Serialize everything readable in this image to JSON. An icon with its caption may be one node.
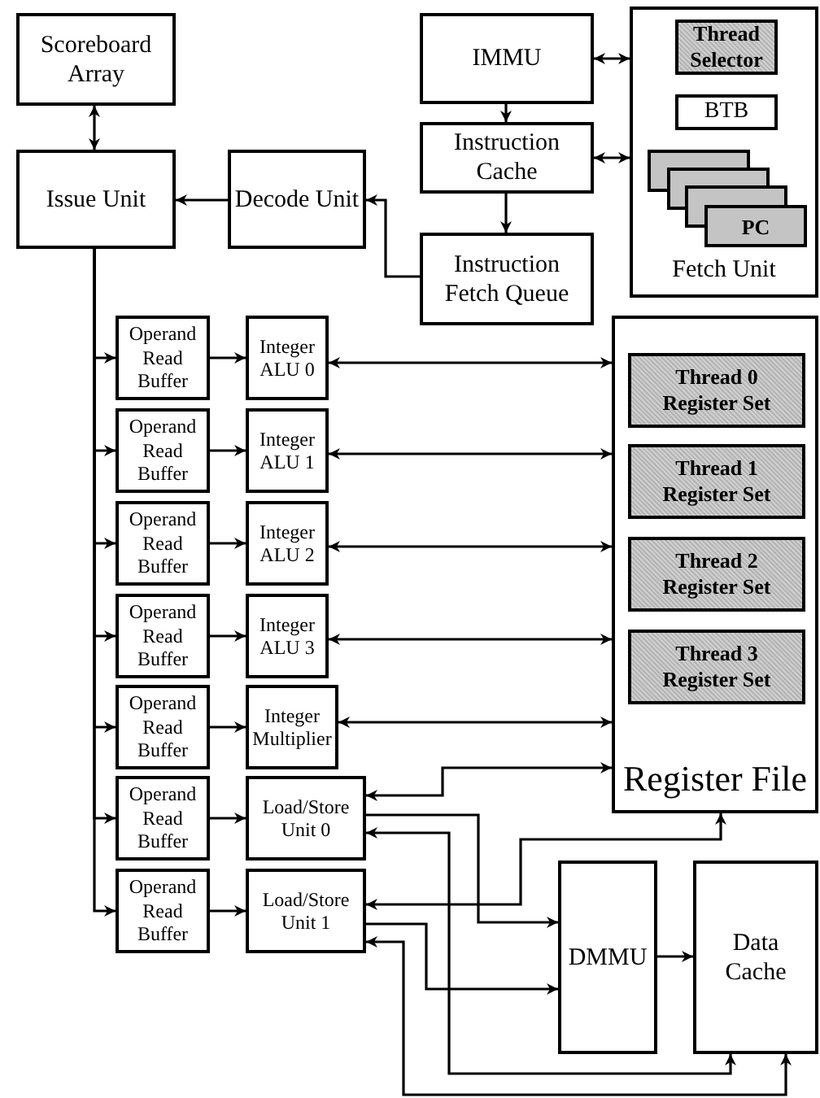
{
  "diagram": {
    "nodes": [
      {
        "text": [
          "Scoreboard Array"
        ]
      },
      {
        "text": [
          "IMMU"
        ]
      },
      {
        "text": [
          "Fetch Unit"
        ]
      },
      {
        "text": [
          "Thread Selector"
        ],
        "in": 2
      },
      {
        "text": [
          "BTB"
        ],
        "in": 2
      },
      {
        "text": [
          "PC"
        ],
        "in": 2
      },
      {
        "text": [
          "Issue Unit"
        ]
      },
      {
        "text": [
          "Decode Unit"
        ]
      },
      {
        "text": [
          "Instruction Cache"
        ]
      },
      {
        "text": [
          "Instruction Fetch Queue"
        ]
      },
      {
        "text": [
          "Register File"
        ]
      },
      {
        "text": [
          "Thread 0 Register Set"
        ],
        "in": 10
      },
      {
        "text": [
          "Thread 1 Register Set"
        ],
        "in": 10
      },
      {
        "text": [
          "Thread 2 Register Set"
        ],
        "in": 10
      },
      {
        "text": [
          "Thread 3 Register Set"
        ],
        "in": 10
      },
      {
        "text": [
          "Operand Read Buffer"
        ]
      },
      {
        "text": [
          "Integer ALU 0"
        ]
      },
      {
        "text": [
          "Operand Read Buffer"
        ]
      },
      {
        "text": [
          "Integer ALU 1"
        ]
      },
      {
        "text": [
          "Operand Read Buffer"
        ]
      },
      {
        "text": [
          "Integer ALU 2"
        ]
      },
      {
        "text": [
          "Operand Read Buffer"
        ]
      },
      {
        "text": [
          "Integer ALU 3"
        ]
      },
      {
        "text": [
          "Operand Read Buffer"
        ]
      },
      {
        "text": [
          "Integer Multiplier"
        ]
      },
      {
        "text": [
          "Operand Read Buffer"
        ]
      },
      {
        "text": [
          "Load/Store Unit 0"
        ]
      },
      {
        "text": [
          "Operand Read Buffer"
        ]
      },
      {
        "text": [
          "Load/Store Unit 1"
        ]
      },
      {
        "text": [
          "DMMU"
        ]
      },
      {
        "text": [
          "Data Cache"
        ]
      }
    ],
    "edges": [
      {
        "from": 0,
        "to": 6,
        "arrow": "both"
      },
      {
        "from": 1,
        "to": 2,
        "arrow": "both"
      },
      {
        "from": 1,
        "to": 8,
        "arrow": "to"
      },
      {
        "from": 8,
        "to": 2,
        "arrow": "both"
      },
      {
        "from": 8,
        "to": 9,
        "arrow": "to"
      },
      {
        "from": 9,
        "to": 7,
        "arrow": "to"
      },
      {
        "from": 7,
        "to": 6,
        "arrow": "to"
      },
      {
        "from": 6,
        "to": 15,
        "arrow": "to"
      },
      {
        "from": 6,
        "to": 17,
        "arrow": "to"
      },
      {
        "from": 6,
        "to": 19,
        "arrow": "to"
      },
      {
        "from": 6,
        "to": 21,
        "arrow": "to"
      },
      {
        "from": 6,
        "to": 23,
        "arrow": "to"
      },
      {
        "from": 6,
        "to": 25,
        "arrow": "to"
      },
      {
        "from": 6,
        "to": 27,
        "arrow": "to"
      },
      {
        "from": 15,
        "to": 16,
        "arrow": "to"
      },
      {
        "from": 17,
        "to": 18,
        "arrow": "to"
      },
      {
        "from": 19,
        "to": 20,
        "arrow": "to"
      },
      {
        "from": 21,
        "to": 22,
        "arrow": "to"
      },
      {
        "from": 23,
        "to": 24,
        "arrow": "to"
      },
      {
        "from": 25,
        "to": 26,
        "arrow": "to"
      },
      {
        "from": 27,
        "to": 28,
        "arrow": "to"
      },
      {
        "from": 16,
        "to": 10,
        "arrow": "both"
      },
      {
        "from": 18,
        "to": 10,
        "arrow": "both"
      },
      {
        "from": 20,
        "to": 10,
        "arrow": "both"
      },
      {
        "from": 22,
        "to": 10,
        "arrow": "both"
      },
      {
        "from": 24,
        "to": 10,
        "arrow": "both"
      },
      {
        "from": 26,
        "to": 10,
        "arrow": "both"
      },
      {
        "from": 26,
        "to": 29,
        "arrow": "to"
      },
      {
        "from": 26,
        "to": 30,
        "arrow": "both"
      },
      {
        "from": 28,
        "to": 10,
        "arrow": "both"
      },
      {
        "from": 28,
        "to": 29,
        "arrow": "to"
      },
      {
        "from": 28,
        "to": 30,
        "arrow": "both"
      },
      {
        "from": 29,
        "to": 30,
        "arrow": "to"
      }
    ]
  }
}
